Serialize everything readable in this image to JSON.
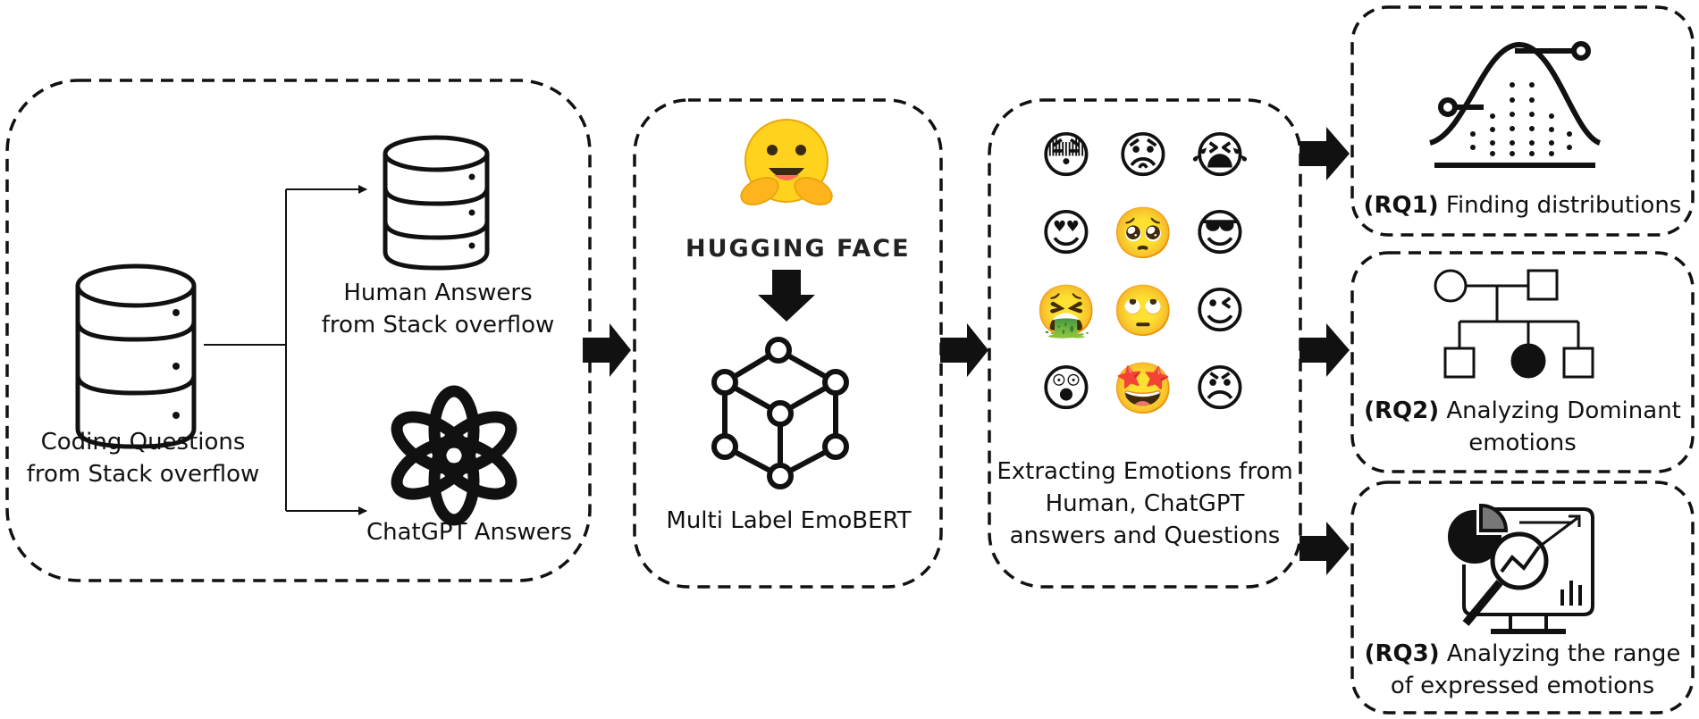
{
  "inputs": {
    "questions_label": [
      "Coding Questions",
      "from Stack overflow"
    ],
    "human_label": [
      "Human Answers",
      "from Stack overflow"
    ],
    "chatgpt_label": "ChatGPT Answers"
  },
  "model": {
    "brand": "HUGGING FACE",
    "label": "Multi Label EmoBERT"
  },
  "emotions": {
    "label": [
      "Extracting Emotions from",
      "Human, ChatGPT",
      "answers and Questions"
    ],
    "emoji": [
      "😳",
      "😟",
      "😭",
      "😍",
      "🥺",
      "😎",
      "🤮",
      "🙄",
      "😉",
      "😲",
      "🤩",
      "😠"
    ]
  },
  "research_questions": {
    "rq1": {
      "tag": "(RQ1)",
      "text": "Finding distributions"
    },
    "rq2": {
      "tag": "(RQ2)",
      "text": "Analyzing Dominant",
      "text2": "emotions"
    },
    "rq3": {
      "tag": "(RQ3)",
      "text": "Analyzing the range",
      "text2": "of expressed emotions"
    }
  }
}
